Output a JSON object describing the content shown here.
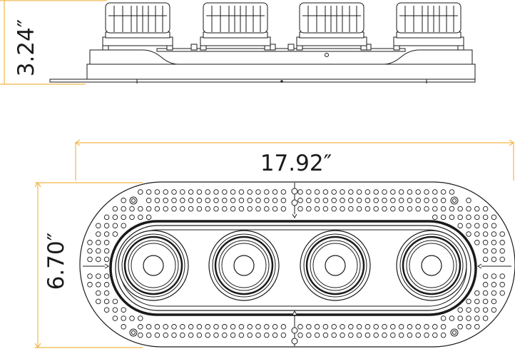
{
  "dimensions": {
    "height": "3.24″",
    "length": "17.92″",
    "width": "6.70″"
  },
  "colors": {
    "dimension_line": "#f2b84b",
    "outline": "#1a1a1a",
    "background": "#ffffff"
  },
  "fixture": {
    "lamp_count": 4
  }
}
